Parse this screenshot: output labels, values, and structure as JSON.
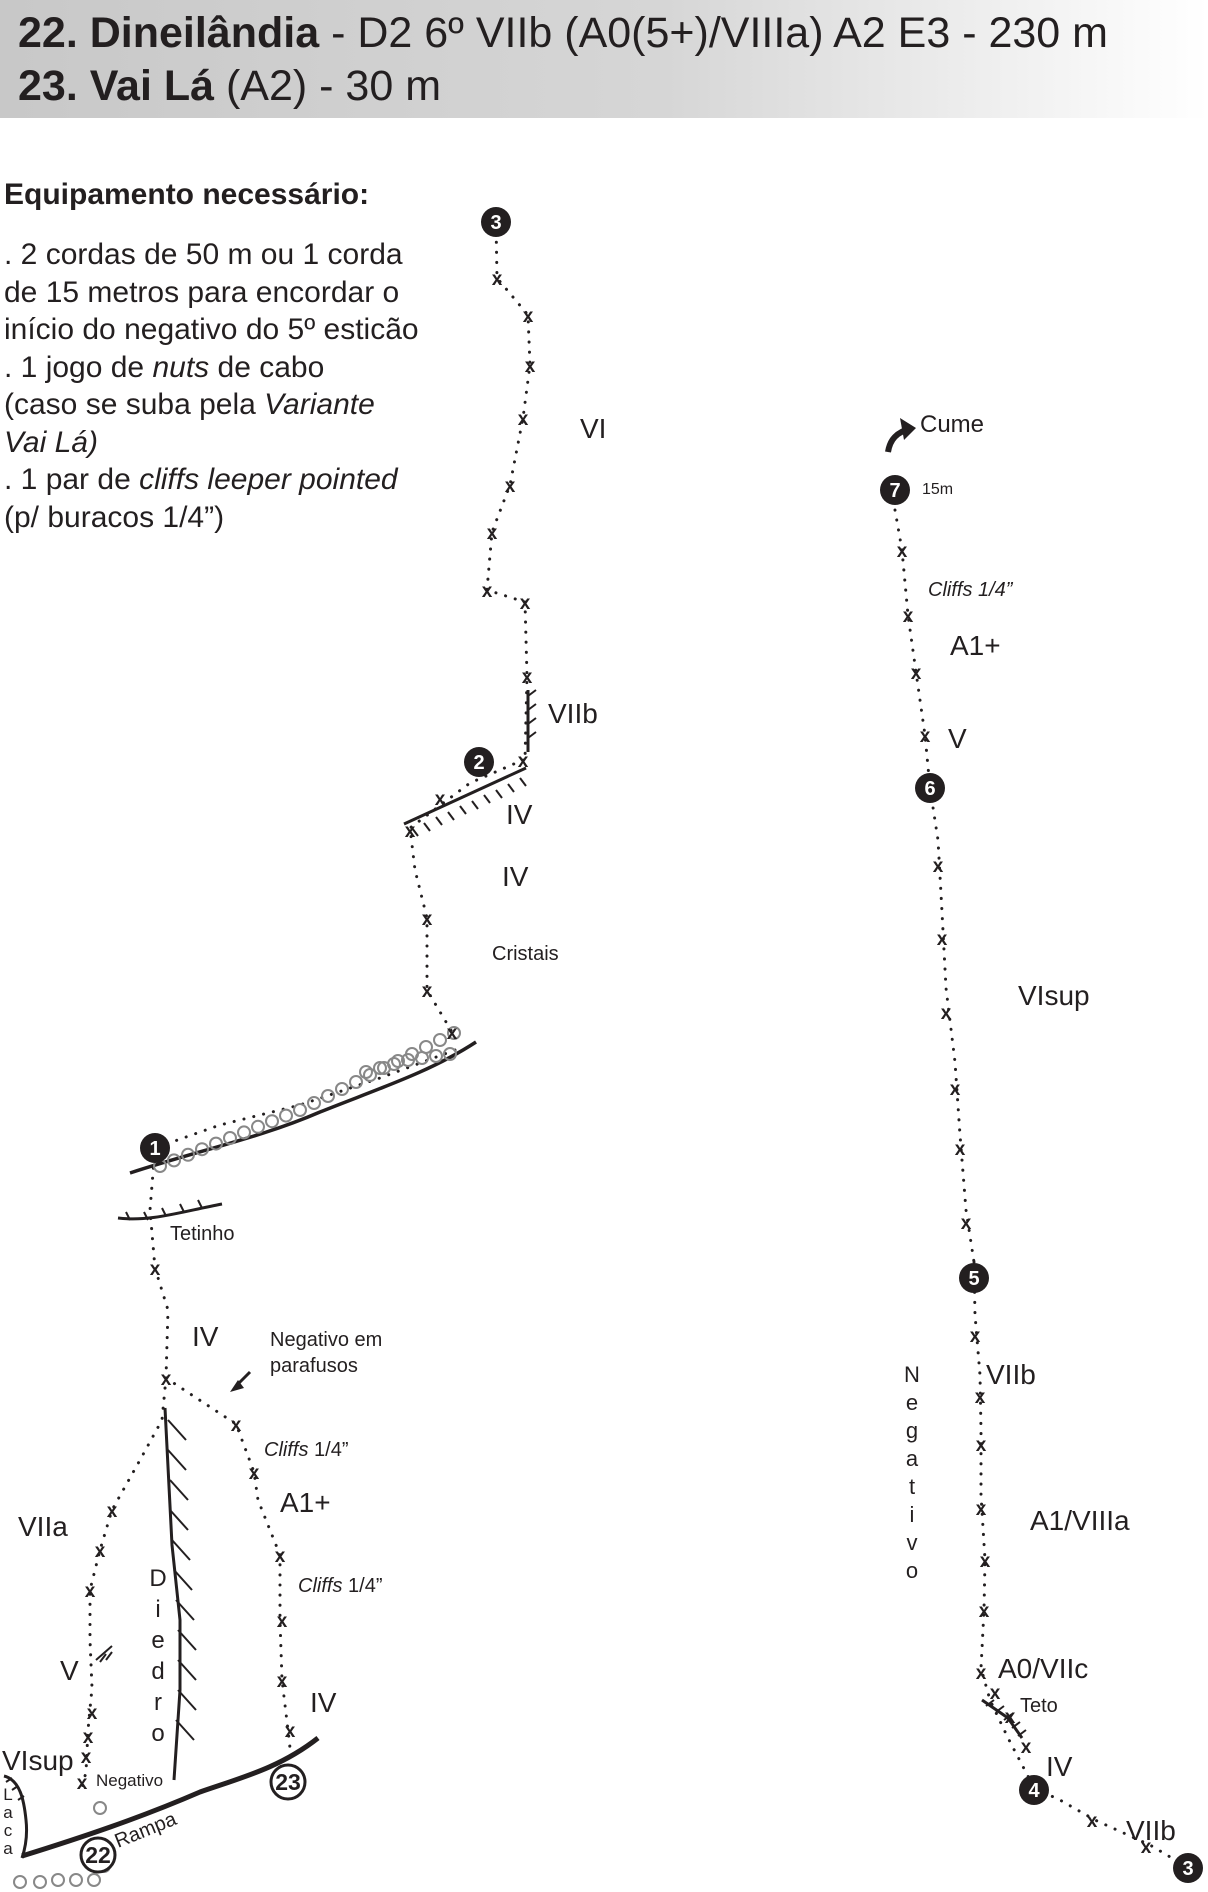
{
  "header": {
    "route1_number": "22.",
    "route1_name": "Dineilândia",
    "route1_specs": "- D2 6º VIIb (A0(5+)/VIIIa) A2 E3 - 230 m",
    "route2_number": "23.",
    "route2_name": "Vai Lá",
    "route2_specs": "(A2) - 30 m"
  },
  "equipment": {
    "title": "Equipamento necessário:",
    "item1": ". 2 cordas de 50 m ou 1 corda de 15 metros para encordar o início do negativo do 5º esticão",
    "item2_pre": ". 1 jogo de ",
    "item2_it": "nuts",
    "item2_post": " de cabo",
    "item2_note_pre": "(caso se suba pela ",
    "item2_note_it": "Variante Vai Lá)",
    "item3_pre": ". 1 par de ",
    "item3_it": "cliffs leeper pointed",
    "item3_post": " (p/ buracos 1/4”)"
  },
  "topo": {
    "belays": [
      "1",
      "2",
      "3",
      "4",
      "5",
      "6",
      "7"
    ],
    "starts": [
      "22",
      "23"
    ],
    "bolt_mark": "x",
    "grades": {
      "vi": "VI",
      "viib_top": "VIIb",
      "iv_p2": "IV",
      "iv_p1": "IV",
      "iv_lower": "IV",
      "viia": "VIIa",
      "v_left": "V",
      "visup_left": "VIsup",
      "a1plus_left": "A1+",
      "iv_23": "IV",
      "a1plus_right": "A1+",
      "v_right": "V",
      "visup_right": "VIsup",
      "viib_right": "VIIb",
      "a1viiia": "A1/VIIIa",
      "a0viic": "A0/VIIc",
      "iv_right": "IV",
      "viib_bottom": "VIIb"
    },
    "labels": {
      "cume": "Cume",
      "m15": "15m",
      "cliffs_top": "Cliffs 1/4”",
      "cristais": "Cristais",
      "tetinho": "Tetinho",
      "negativo_em": "Negativo em",
      "parafusos": "parafusos",
      "cliffs_word": "Cliffs",
      "cliffs_size": " 1/4”",
      "diedro": "Diedro",
      "negativo_small": "Negativo",
      "rampa": "Rampa",
      "laca": "Laca",
      "teto": "Teto",
      "negativo_vertical": "Negativo"
    }
  }
}
